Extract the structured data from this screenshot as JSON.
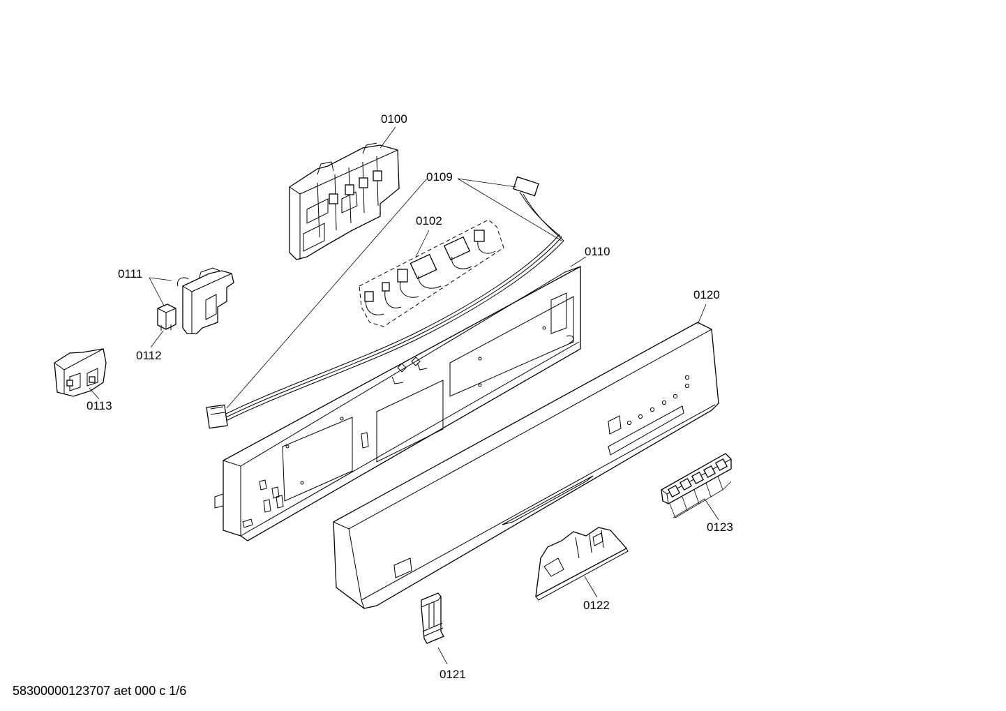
{
  "labels": {
    "p0100": "0100",
    "p0109": "0109",
    "p0102": "0102",
    "p0110": "0110",
    "p0111": "0111",
    "p0112": "0112",
    "p0113": "0113",
    "p0120": "0120",
    "p0121": "0121",
    "p0122": "0122",
    "p0123": "0123"
  },
  "footer": {
    "doc_id": "58300000123707 aet 000 c 1/6"
  }
}
